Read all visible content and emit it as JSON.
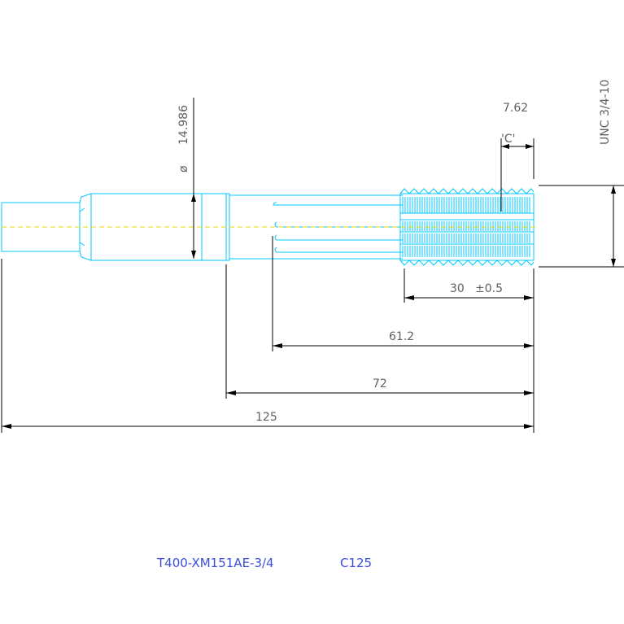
{
  "dimensions": {
    "diameter_symbol": "ø",
    "diameter": "14.986",
    "pitch": "7.62",
    "pitch_tag": "'C'",
    "thread_spec": "UNC 3/4-10",
    "thread_length": "30",
    "thread_tolerance": "±0.5",
    "flute_length": "61.2",
    "shank_length": "72",
    "overall_length": "125"
  },
  "title_block": {
    "part_number": "T400-XM151AE-3/4",
    "code": "C125"
  },
  "colors": {
    "geometry": "#00c8ff",
    "dimension": "#000000",
    "centerline": "#e8d800",
    "dimension_text": "#606060",
    "title_text": "#3a4fd8"
  }
}
